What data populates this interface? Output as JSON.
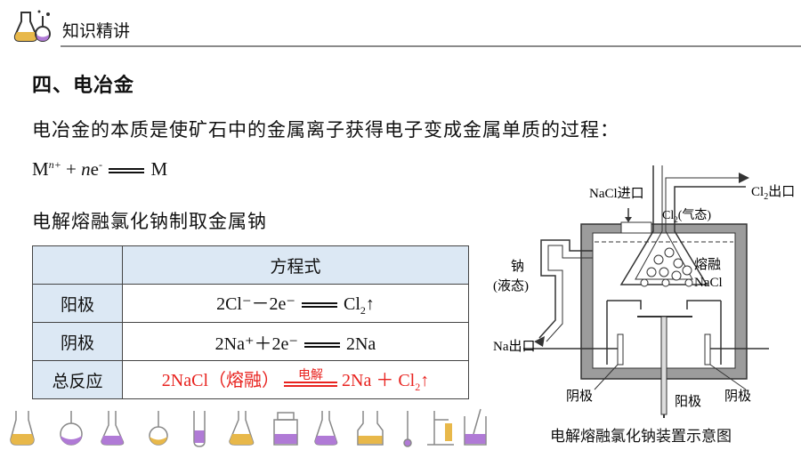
{
  "header": {
    "title": "知识精讲"
  },
  "section_title": "四、电冶金",
  "intro": "电冶金的本质是使矿石中的金属离子获得电子变成金属单质的过程：",
  "formula": {
    "left": "M",
    "charge": "n+",
    "plus": " + ",
    "coef": "n",
    "electron": "e",
    "electron_sup": "-",
    "product": "M"
  },
  "subheading": "电解熔融氯化钠制取金属钠",
  "table": {
    "header": "方程式",
    "rows": [
      {
        "label": "阳极",
        "lhs": "2Cl⁻－2e⁻",
        "rhs": "Cl",
        "rhs_sub": "2",
        "rhs_tail": "↑"
      },
      {
        "label": "阴极",
        "lhs": "2Na⁺＋2e⁻",
        "rhs": "2Na",
        "rhs_sub": "",
        "rhs_tail": ""
      }
    ],
    "total": {
      "label": "总反应",
      "lhs": "2NaCl（熔融）",
      "condition": "电解",
      "rhs": "2Na ＋ Cl",
      "rhs_sub": "2",
      "rhs_tail": "↑"
    }
  },
  "diagram": {
    "nacl_inlet": "NaCl进口",
    "cl2_outlet": "Cl",
    "cl2_outlet_sub": "2",
    "cl2_outlet_tail": "出口",
    "cl2_gas": "Cl",
    "cl2_gas_sub": "2",
    "cl2_gas_tail": "(气态)",
    "sodium": "钠",
    "sodium_state": "(液态)",
    "molten": "熔融",
    "molten_nacl": "NaCl",
    "na_outlet": "Na出口",
    "cathode_left": "阴极",
    "anode": "阳极",
    "cathode_right": "阴极",
    "caption": "电解熔融氯化钠装置示意图"
  },
  "colors": {
    "accent_red": "#e8231f",
    "table_header_bg": "#dce8f4",
    "flask_liquid": "#b07ad6",
    "flask_liquid2": "#e8b84a"
  }
}
